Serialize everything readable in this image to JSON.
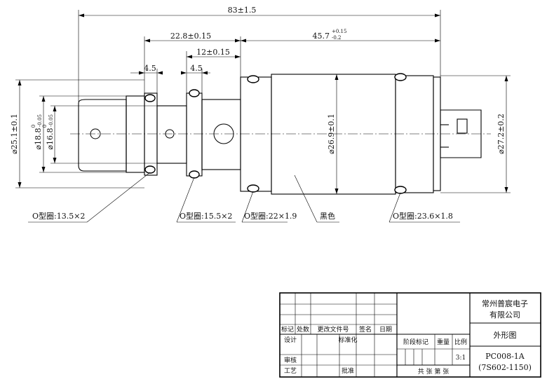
{
  "drawing": {
    "dimensions": {
      "overall_length": "83±1.5",
      "length_a": "22.8±0.15",
      "length_b": "45.7",
      "length_b_tol_upper": "+0.15",
      "length_b_tol_lower": "-0.2",
      "length_c": "12±0.15",
      "groove_1": "4.5",
      "groove_2": "4.5",
      "dia_25": "⌀25.1±0.1",
      "dia_18_8": "⌀18.8",
      "dia_18_8_tol_upper": "0",
      "dia_18_8_tol_lower": "-0.05",
      "dia_16_8": "⌀16.8",
      "dia_16_8_tol_upper": "0",
      "dia_16_8_tol_lower": "-0.05",
      "dia_26_9": "⌀26.9±0.1",
      "dia_27_2": "⌀27.2±0.2"
    },
    "callouts": {
      "oring_1": "O型圈:13.5×2",
      "oring_2": "O型圈:15.5×2",
      "oring_3": "O型圈:22×1.9",
      "color_note": "黑色",
      "oring_4": "O型圈:23.6×1.8"
    }
  },
  "title_block": {
    "company_line1": "常州普宸电子",
    "company_line2": "有限公司",
    "drawing_title": "外形图",
    "part_number": "PC008-1A",
    "part_alt": "(7S602-1150)",
    "col_mark": "标记",
    "col_count": "处数",
    "col_change_doc": "更改文件号",
    "col_sign": "签名",
    "col_date": "日期",
    "row_design": "设计",
    "row_standard": "标准化",
    "row_review": "审核",
    "row_process": "工艺",
    "row_approve": "批准",
    "stage_mark": "阶段标记",
    "weight": "重量",
    "scale_label": "比例",
    "scale_value": "3:1",
    "sheets_text": "共  张  第  张"
  }
}
